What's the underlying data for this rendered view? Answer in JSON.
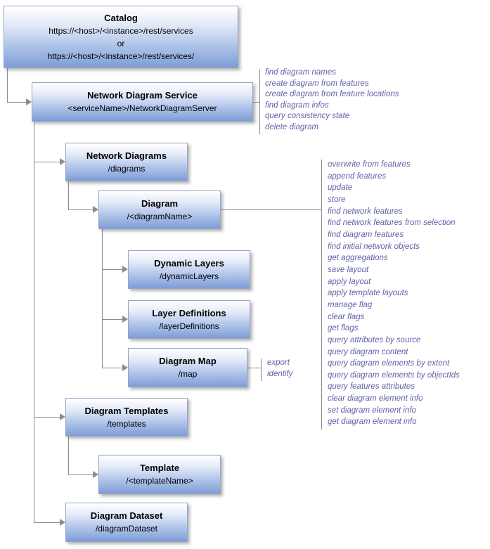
{
  "colors": {
    "box_gradient_top": "#ffffff",
    "box_gradient_bottom": "#7e9dd6",
    "box_border": "#95a4c6",
    "connector": "#8c8c8c",
    "operation_text": "#6161aa",
    "box_text": "#000000"
  },
  "nodes": {
    "catalog": {
      "title": "Catalog",
      "url1": "https://<host>/<instance>/rest/services",
      "or_label": "or",
      "url2": "https://<host>/<instance>/rest/services/"
    },
    "service": {
      "title": "Network Diagram Service",
      "path": "<serviceName>/NetworkDiagramServer"
    },
    "network_diagrams": {
      "title": "Network Diagrams",
      "path": "/diagrams"
    },
    "diagram": {
      "title": "Diagram",
      "path": "/<diagramName>"
    },
    "dynamic_layers": {
      "title": "Dynamic Layers",
      "path": "/dynamicLayers"
    },
    "layer_definitions": {
      "title": "Layer Definitions",
      "path": "/layerDefinitions"
    },
    "diagram_map": {
      "title": "Diagram Map",
      "path": "/map"
    },
    "diagram_templates": {
      "title": "Diagram Templates",
      "path": "/templates"
    },
    "template": {
      "title": "Template",
      "path": "/<templateName>"
    },
    "diagram_dataset": {
      "title": "Diagram Dataset",
      "path": "/diagramDataset"
    }
  },
  "operations": {
    "service": [
      "find diagram names",
      "create diagram from features",
      "create diagram from feature locations",
      "find diagram infos",
      "query consistency state",
      "delete diagram"
    ],
    "diagram": [
      "overwrite from features",
      "append features",
      "update",
      "store",
      "find network features",
      "find network features from selection",
      "find diagram features",
      "find initial network objects",
      "get aggregations",
      "save layout",
      "apply layout",
      "apply template layouts",
      "manage flag",
      "clear flags",
      "get flags",
      "query attributes by source",
      "query diagram content",
      "query diagram elements by extent",
      "query diagram elements by objectIds",
      "query features attributes",
      "clear diagram element info",
      "set diagram element info",
      "get diagram element info"
    ],
    "map": [
      "export",
      "identify"
    ]
  }
}
